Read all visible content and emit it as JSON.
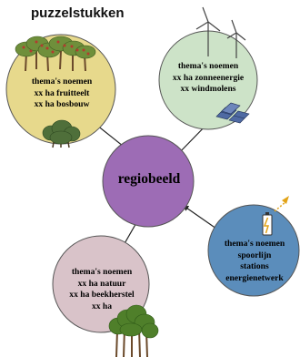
{
  "title": "puzzelstukken",
  "center": {
    "label": "regiobeeld",
    "color": "#9d6cb5"
  },
  "nodes": [
    {
      "id": "agri",
      "color": "#e7d98c",
      "lines": [
        "thema's noemen",
        "xx ha fruitteelt",
        "xx ha bosbouw"
      ]
    },
    {
      "id": "energy",
      "color": "#cde3c8",
      "lines": [
        "thema's noemen",
        "xx ha zonneenergie",
        "xx windmolens"
      ]
    },
    {
      "id": "infra",
      "color": "#5b8dbb",
      "lines": [
        "thema's noemen",
        "spoorlijn",
        "stations",
        "energienetwerk"
      ]
    },
    {
      "id": "nature",
      "color": "#d9c3c9",
      "lines": [
        "thema's noemen",
        "xx ha natuur",
        "xx ha beekherstel",
        "xx ha"
      ]
    }
  ],
  "icons": [
    "fruit-trees-icon",
    "shrub-icon",
    "wind-turbines-icon",
    "solar-panels-icon",
    "battery-charging-icon",
    "forest-trees-icon"
  ]
}
